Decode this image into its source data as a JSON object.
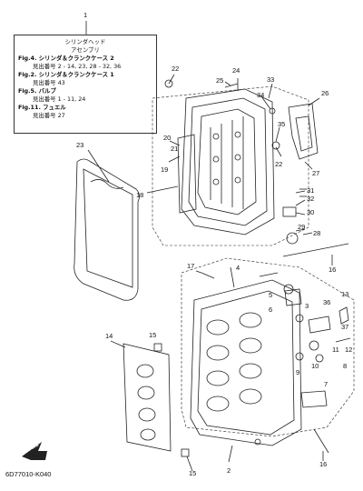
{
  "diagram": {
    "index_number": "1",
    "part_code": "6D77010-K040",
    "fwd_label": "FWD",
    "info_box": {
      "title": "シリンダヘッド",
      "subtitle": "アセンブリ",
      "lines": [
        {
          "bold": true,
          "text": "Fig.4. シリンダ＆クランクケース 2"
        },
        {
          "bold": false,
          "text": "見出番号 2 - 14, 23, 28 - 32, 36"
        },
        {
          "bold": true,
          "text": "Fig.2. シリンダ＆クランクケース 1"
        },
        {
          "bold": false,
          "text": "見出番号 43"
        },
        {
          "bold": true,
          "text": "Fig.5. バルブ"
        },
        {
          "bold": false,
          "text": "見出番号 1 - 11, 24"
        },
        {
          "bold": true,
          "text": "Fig.11. フュエル"
        },
        {
          "bold": false,
          "text": "見出番号 27"
        }
      ]
    },
    "callouts": [
      "22",
      "25",
      "24",
      "34",
      "33",
      "26",
      "20",
      "21",
      "35",
      "22",
      "27",
      "19",
      "23",
      "18",
      "31",
      "32",
      "30",
      "29",
      "28",
      "17",
      "4",
      "16",
      "5",
      "6",
      "36",
      "3",
      "13",
      "15",
      "37",
      "14",
      "11",
      "12",
      "10",
      "9",
      "8",
      "7",
      "15",
      "2",
      "16"
    ]
  }
}
